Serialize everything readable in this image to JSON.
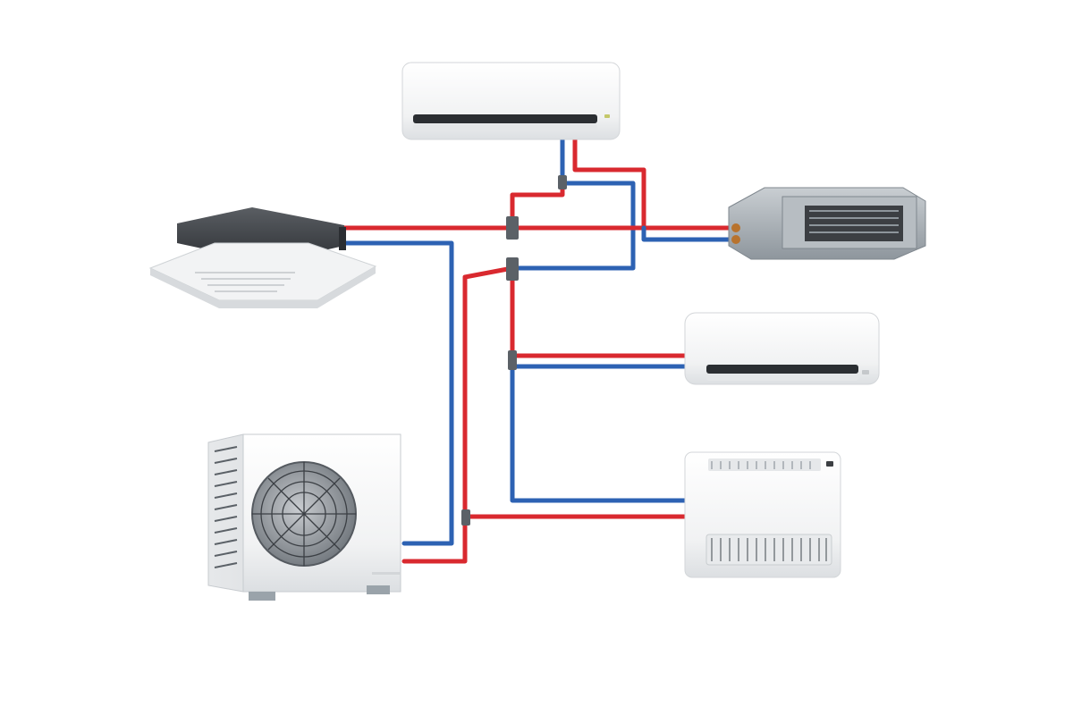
{
  "diagram": {
    "type": "multi-split air conditioning system",
    "labels": [],
    "colors": {
      "background": "#ffffff",
      "hot_line": "#d9292f",
      "cold_line": "#2d62b3",
      "unit_body": "#f3f4f5",
      "unit_shadow": "#d7dadd",
      "metal": "#9aa3aa",
      "dark_casing": "#3c3f43",
      "fitting": "#5b6167"
    },
    "units": [
      {
        "id": "outdoor",
        "kind": "outdoor-condenser-unit"
      },
      {
        "id": "wall-top",
        "kind": "wall-mounted-split-unit"
      },
      {
        "id": "cassette",
        "kind": "ceiling-cassette-unit"
      },
      {
        "id": "duct",
        "kind": "concealed-duct-unit"
      },
      {
        "id": "wall-right",
        "kind": "wall-mounted-split-unit"
      },
      {
        "id": "floor",
        "kind": "floor-console-unit"
      }
    ],
    "icons": [
      "fan-grille-icon",
      "louver-icon",
      "tee-fitting-icon"
    ]
  }
}
